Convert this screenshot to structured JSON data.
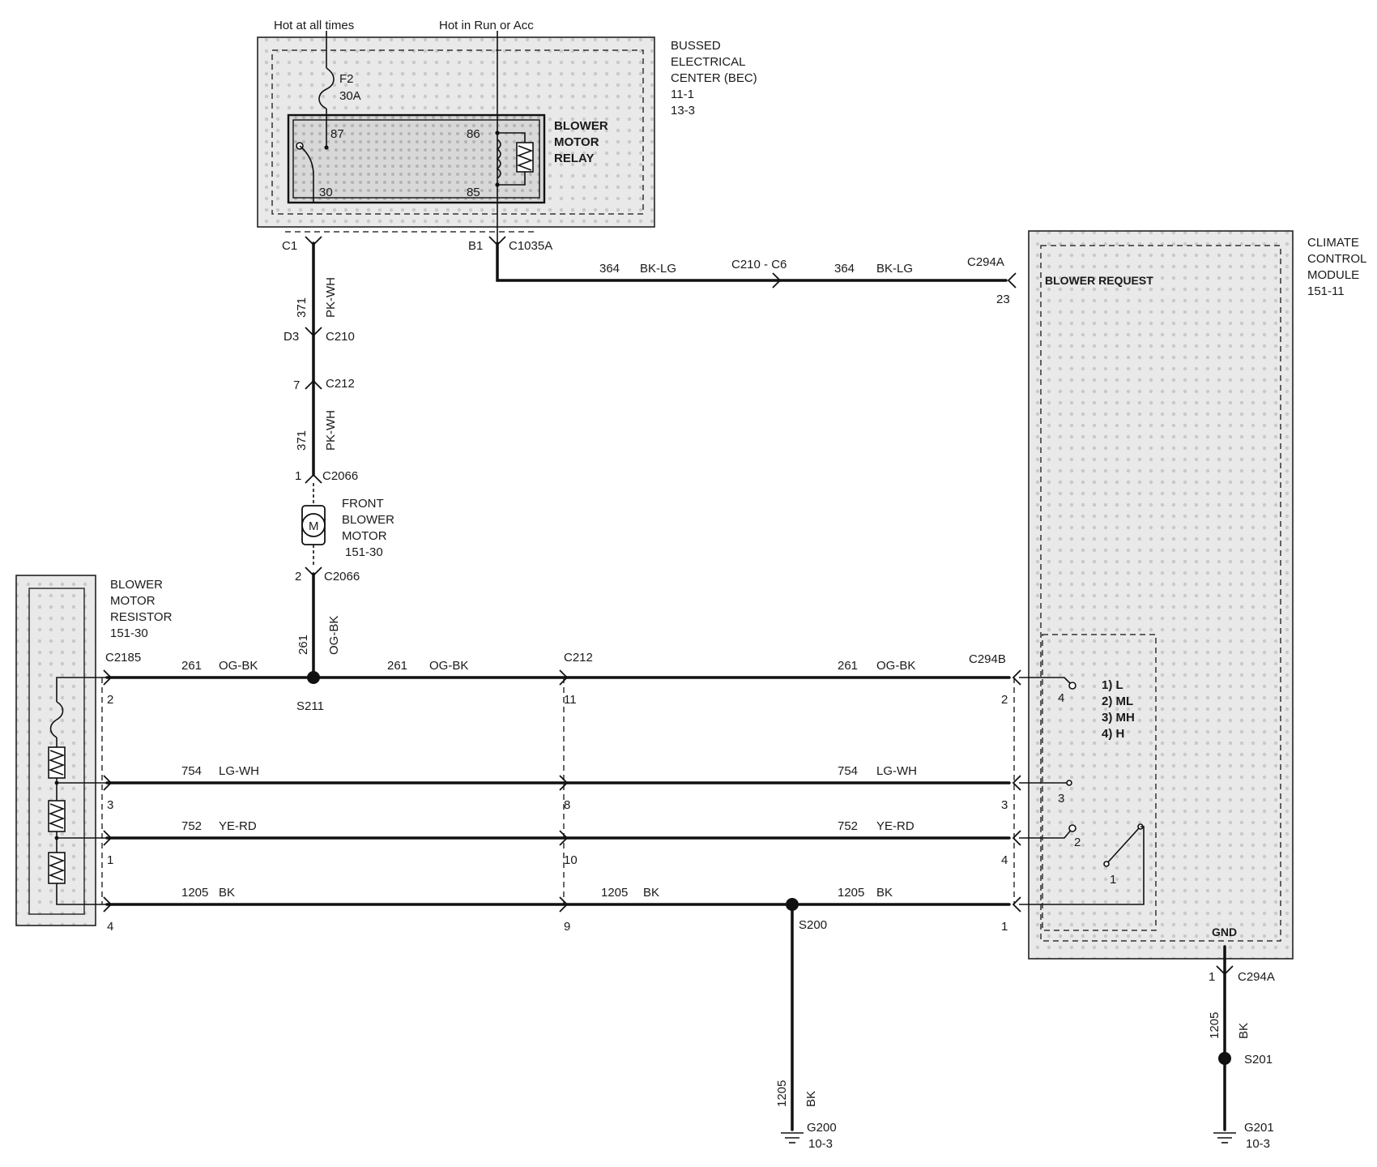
{
  "texts": {
    "hot_at_all_times": "Hot at all times",
    "hot_in_run_acc": "Hot in Run or Acc",
    "bec_title": [
      "BUSSED",
      "ELECTRICAL",
      "CENTER (BEC)",
      "11-1",
      "13-3"
    ],
    "fuse_name": "F2",
    "fuse_rating": "30A",
    "relay_title": [
      "BLOWER",
      "MOTOR",
      "RELAY"
    ],
    "relay_pin_87": "87",
    "relay_pin_86": "86",
    "relay_pin_30": "30",
    "relay_pin_85": "85",
    "c1": "C1",
    "b1": "B1",
    "c1035a": "C1035A",
    "ccm_title": [
      "CLIMATE",
      "CONTROL",
      "MODULE",
      "151-11"
    ],
    "wire_364_a": "364",
    "wire_bklg_a": "BK-LG",
    "c210_c6": "C210  -  C6",
    "wire_364_b": "364",
    "wire_bklg_b": "BK-LG",
    "c294a_top": "C294A",
    "blower_request": "BLOWER REQUEST",
    "pin_23": "23",
    "wire_371_a": "371",
    "wire_pkwh_a": "PK-WH",
    "d3": "D3",
    "c210": "C210",
    "pin_7": "7",
    "c212_v": "C212",
    "wire_371_b": "371",
    "wire_pkwh_b": "PK-WH",
    "pin_1_motor": "1",
    "c2066_top": "C2066",
    "motor_symbol": "M",
    "motor_title": [
      "FRONT",
      "BLOWER",
      "MOTOR",
      "151-30"
    ],
    "pin_2_motor": "2",
    "c2066_bot": "C2066",
    "wire_261_v": "261",
    "wire_ogbk_v": "OG-BK",
    "resistor_title": [
      "BLOWER",
      "MOTOR",
      "RESISTOR",
      "151-30"
    ],
    "c2185": "C2185",
    "c212_h": "C212",
    "c294b": "C294B",
    "s211": "S211",
    "s200": "S200",
    "speeds": [
      "1) L",
      "2) ML",
      "3) MH",
      "4) H"
    ],
    "pin_4_sw": "4",
    "pin_3_sw": "3",
    "pin_2_sw": "2",
    "pin_1_sw": "1",
    "gnd": "GND",
    "pin_1_gnd": "1",
    "c294a_bot": "C294A",
    "wire_1205_r": "1205",
    "wire_bk_r": "BK",
    "s201": "S201",
    "g201": "G201",
    "g201_ref": "10-3",
    "wire_1205_c": "1205",
    "wire_bk_c": "BK",
    "g200": "G200",
    "g200_ref": "10-3"
  },
  "rows": [
    {
      "id": "row-ogbk",
      "p_left": "2",
      "p_mid": "11",
      "p_right": "2",
      "seg1_num": "261",
      "seg1_color": "OG-BK",
      "seg2_num": "261",
      "seg2_color": "OG-BK",
      "seg3_num": "261",
      "seg3_color": "OG-BK"
    },
    {
      "id": "row-lgwh",
      "p_left": "3",
      "p_mid": "8",
      "p_right": "3",
      "seg1_num": "754",
      "seg1_color": "LG-WH",
      "seg3_num": "754",
      "seg3_color": "LG-WH"
    },
    {
      "id": "row-yerd",
      "p_left": "1",
      "p_mid": "10",
      "p_right": "4",
      "seg1_num": "752",
      "seg1_color": "YE-RD",
      "seg3_num": "752",
      "seg3_color": "YE-RD"
    },
    {
      "id": "row-bk",
      "p_left": "4",
      "p_mid": "9",
      "p_right": "1",
      "seg1_num": "1205",
      "seg1_color": "BK",
      "seg2_num": "1205",
      "seg2_color": "BK",
      "seg3_num": "1205",
      "seg3_color": "BK"
    }
  ]
}
